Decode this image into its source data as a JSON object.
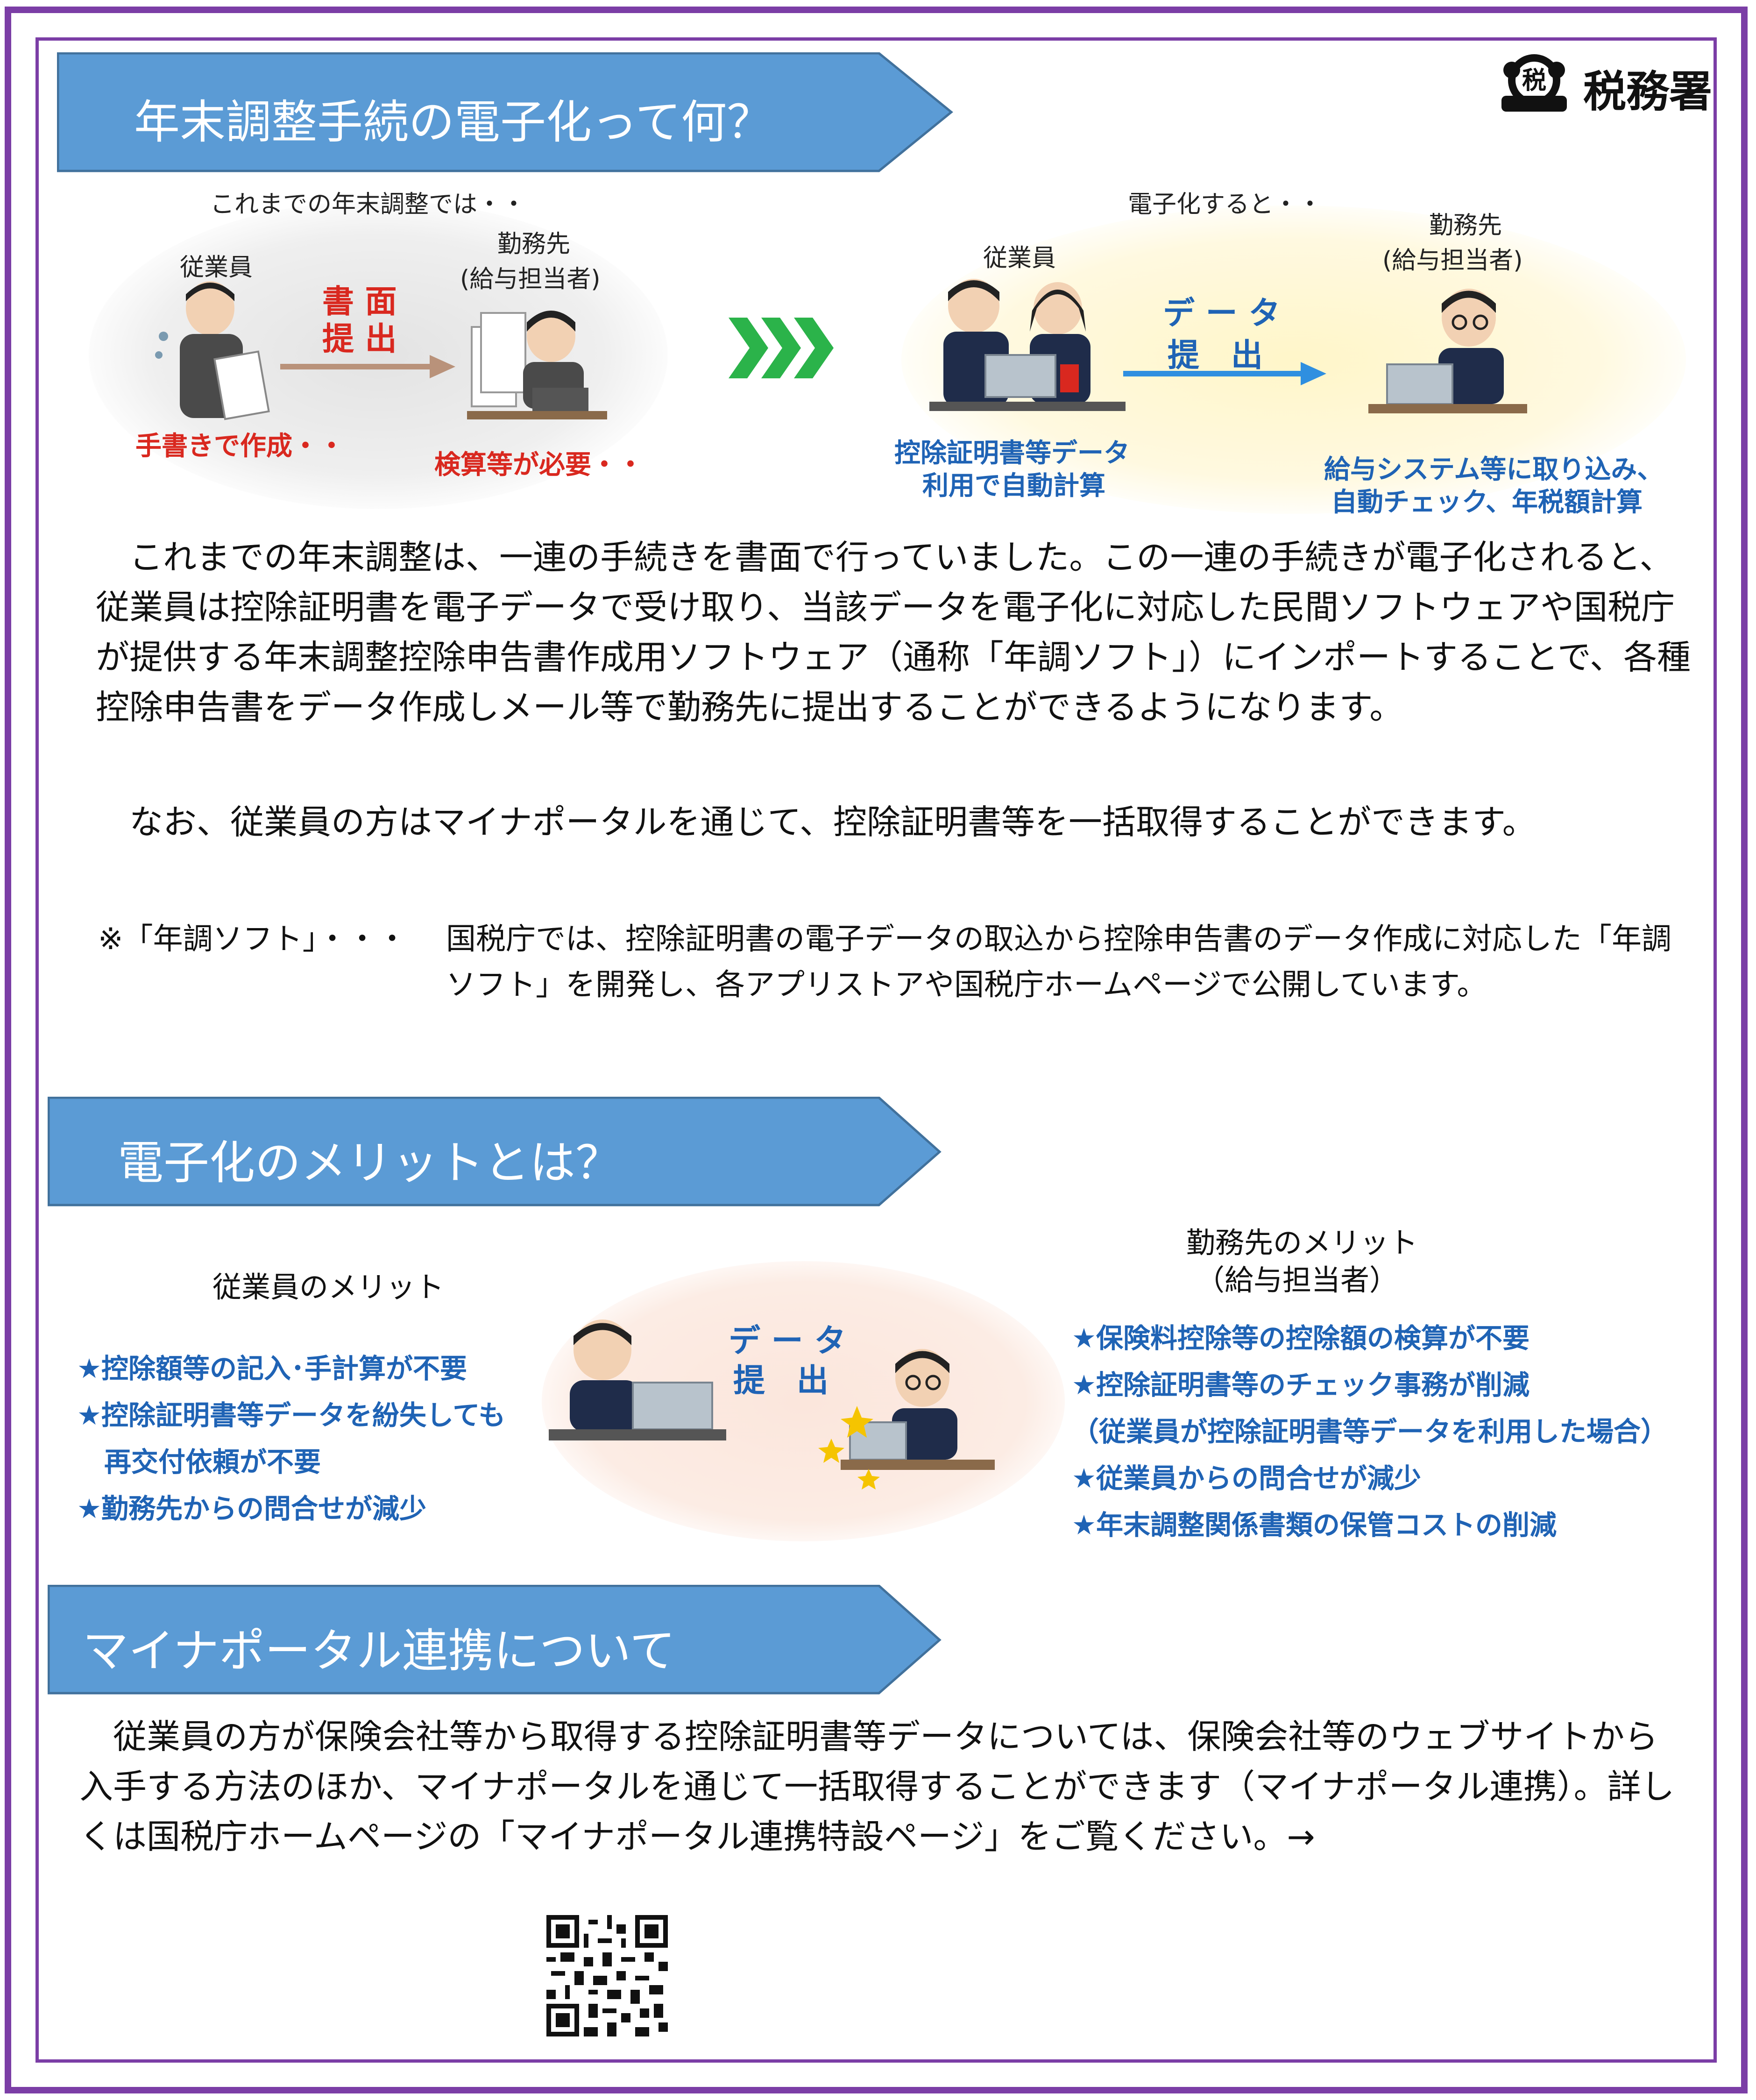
{
  "logo": {
    "mark": "税",
    "text": "税務署"
  },
  "section1": {
    "title": "年末調整手続の電子化って何？",
    "diagram": {
      "before_caption": "これまでの年末調整では・・",
      "before_employee": "従業員",
      "before_submit_line1": "書 面",
      "before_submit_line2": "提 出",
      "before_employer_line1": "勤務先",
      "before_employer_line2": "(給与担当者)",
      "before_note_left": "手書きで作成・・",
      "before_note_right": "検算等が必要・・",
      "after_caption": "電子化すると・・",
      "after_employee": "従業員",
      "after_submit_line1": "デ ー タ",
      "after_submit_line2": "提　出",
      "after_employer_line1": "勤務先",
      "after_employer_line2": "(給与担当者)",
      "after_note_left_line1": "控除証明書等データ",
      "after_note_left_line2": "利用で自動計算",
      "after_note_right_line1": "給与システム等に取り込み、",
      "after_note_right_line2": "自動チェック、年税額計算"
    },
    "para1": "　これまでの年末調整は、一連の手続きを書面で行っていました。この一連の手続きが電子化されると、従業員は控除証明書を電子データで受け取り、当該データを電子化に対応した民間ソフトウェアや国税庁が提供する年末調整控除申告書作成用ソフトウェア（通称「年調ソフト」）にインポートすることで、各種控除申告書をデータ作成しメール等で勤務先に提出することができるようになります。",
    "para2": "　なお、従業員の方はマイナポータルを通じて、控除証明書等を一括取得することができます。",
    "note_label": "※「年調ソフト」・・・",
    "note_body": "国税庁では、控除証明書の電子データの取込から控除申告書のデータ作成に対応した「年調ソフト」を開発し、各アプリストアや国税庁ホームページで公開しています。"
  },
  "section2": {
    "title": "電子化のメリットとは？",
    "employee_heading": "従業員のメリット",
    "employer_heading_line1": "勤務先のメリット",
    "employer_heading_line2": "（給与担当者）",
    "center_label_line1": "デ ー タ",
    "center_label_line2": "提　出",
    "employee_merits": [
      "★控除額等の記入･手計算が不要",
      "★控除証明書等データを紛失しても",
      "　再交付依頼が不要",
      "★勤務先からの問合せが減少"
    ],
    "employer_merits": [
      "★保険料控除等の控除額の検算が不要",
      "★控除証明書等のチェック事務が削減",
      "（従業員が控除証明書等データを利用した場合）",
      "★従業員からの問合せが減少",
      "★年末調整関係書類の保管コストの削減"
    ]
  },
  "section3": {
    "title": "マイナポータル連携について",
    "para": "　従業員の方が保険会社等から取得する控除証明書等データについては、保険会社等のウェブサイトから入手する方法のほか、マイナポータルを通じて一括取得することができます（マイナポータル連携）。詳しくは国税庁ホームページの「マイナポータル連携特設ページ」をご覧ください。→"
  },
  "colors": {
    "frame": "#7b3ea6",
    "banner": "#5b9bd5",
    "banner_border": "#41719c",
    "red_text": "#d9281f",
    "blue_text": "#1f63b5",
    "chevron": "#2bb34a",
    "arrow_blue": "#2f8fe0"
  },
  "icons": [
    "tax-office-logo-icon",
    "chevron-arrows-icon",
    "arrow-right-icon",
    "qr-code-icon",
    "employee-illustration",
    "employer-illustration"
  ]
}
